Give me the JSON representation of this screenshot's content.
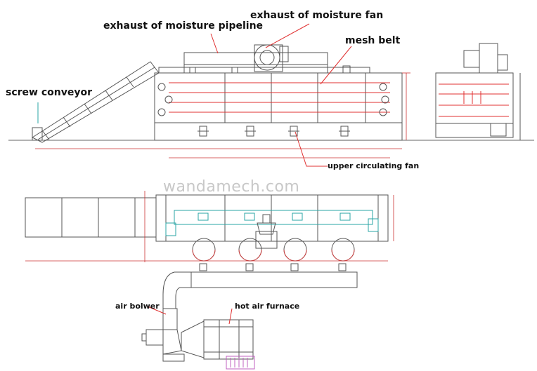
{
  "labels": {
    "exhaust_pipeline": "exhaust of moisture pipeline",
    "exhaust_fan": "exhaust of moisture fan",
    "mesh_belt": "mesh belt",
    "screw_conveyor": "screw conveyor",
    "upper_fan": "upper circulating fan",
    "air_blower": "air bolwer",
    "hot_air_furnace": "hot air furnace"
  },
  "watermark": "wandamech.com",
  "colors": {
    "outline": "#555555",
    "leader": "#e03030",
    "dimension": "#cc3333",
    "accent": "#2aa4a4",
    "fan_detail": "#d04040",
    "burner": "#c060c0"
  }
}
